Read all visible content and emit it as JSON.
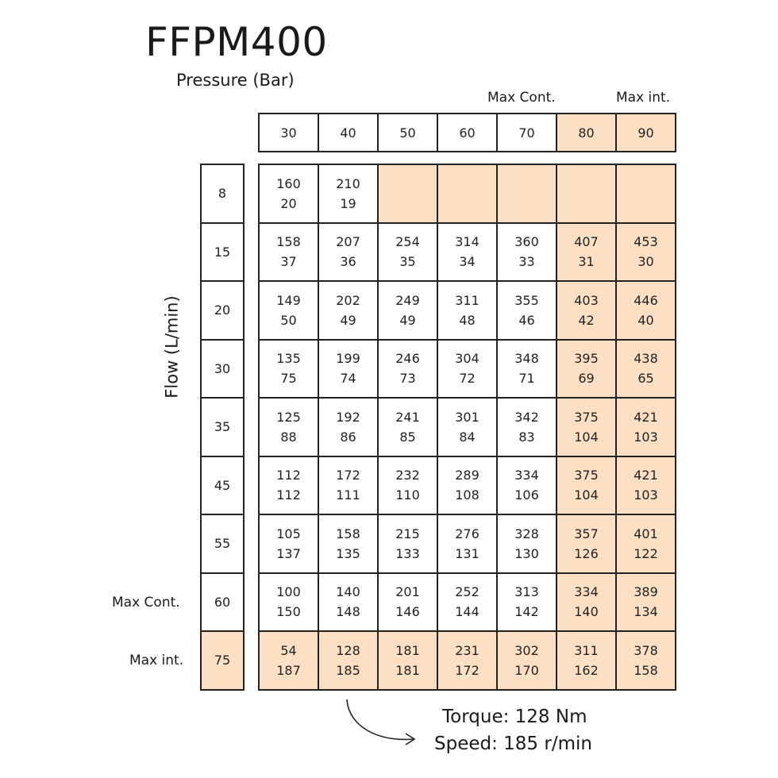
{
  "title": "FFPM400",
  "pressure_label": "Pressure (Bar)",
  "flow_label": "Flow (L/min)",
  "column_tags": {
    "max_cont": "Max Cont.",
    "max_int": "Max int."
  },
  "row_tags": {
    "max_cont": "Max Cont.",
    "max_int": "Max int."
  },
  "highlight_color": "#fde0c3",
  "pressures": [
    "30",
    "40",
    "50",
    "60",
    "70",
    "80",
    "90"
  ],
  "pressure_highlighted": [
    false,
    false,
    false,
    false,
    false,
    true,
    true
  ],
  "rows": [
    {
      "flow": "8",
      "highlighted": false,
      "cells": [
        {
          "torque": "160",
          "speed": "20",
          "hl": false
        },
        {
          "torque": "210",
          "speed": "19",
          "hl": false
        },
        {
          "torque": "",
          "speed": "",
          "hl": true
        },
        {
          "torque": "",
          "speed": "",
          "hl": true
        },
        {
          "torque": "",
          "speed": "",
          "hl": true
        },
        {
          "torque": "",
          "speed": "",
          "hl": true
        },
        {
          "torque": "",
          "speed": "",
          "hl": true
        }
      ]
    },
    {
      "flow": "15",
      "highlighted": false,
      "cells": [
        {
          "torque": "158",
          "speed": "37",
          "hl": false
        },
        {
          "torque": "207",
          "speed": "36",
          "hl": false
        },
        {
          "torque": "254",
          "speed": "35",
          "hl": false
        },
        {
          "torque": "314",
          "speed": "34",
          "hl": false
        },
        {
          "torque": "360",
          "speed": "33",
          "hl": false
        },
        {
          "torque": "407",
          "speed": "31",
          "hl": true
        },
        {
          "torque": "453",
          "speed": "30",
          "hl": true
        }
      ]
    },
    {
      "flow": "20",
      "highlighted": false,
      "cells": [
        {
          "torque": "149",
          "speed": "50",
          "hl": false
        },
        {
          "torque": "202",
          "speed": "49",
          "hl": false
        },
        {
          "torque": "249",
          "speed": "49",
          "hl": false
        },
        {
          "torque": "311",
          "speed": "48",
          "hl": false
        },
        {
          "torque": "355",
          "speed": "46",
          "hl": false
        },
        {
          "torque": "403",
          "speed": "42",
          "hl": true
        },
        {
          "torque": "446",
          "speed": "40",
          "hl": true
        }
      ]
    },
    {
      "flow": "30",
      "highlighted": false,
      "cells": [
        {
          "torque": "135",
          "speed": "75",
          "hl": false
        },
        {
          "torque": "199",
          "speed": "74",
          "hl": false
        },
        {
          "torque": "246",
          "speed": "73",
          "hl": false
        },
        {
          "torque": "304",
          "speed": "72",
          "hl": false
        },
        {
          "torque": "348",
          "speed": "71",
          "hl": false
        },
        {
          "torque": "395",
          "speed": "69",
          "hl": true
        },
        {
          "torque": "438",
          "speed": "65",
          "hl": true
        }
      ]
    },
    {
      "flow": "35",
      "highlighted": false,
      "cells": [
        {
          "torque": "125",
          "speed": "88",
          "hl": false
        },
        {
          "torque": "192",
          "speed": "86",
          "hl": false
        },
        {
          "torque": "241",
          "speed": "85",
          "hl": false
        },
        {
          "torque": "301",
          "speed": "84",
          "hl": false
        },
        {
          "torque": "342",
          "speed": "83",
          "hl": false
        },
        {
          "torque": "375",
          "speed": "104",
          "hl": true
        },
        {
          "torque": "421",
          "speed": "103",
          "hl": true
        }
      ]
    },
    {
      "flow": "45",
      "highlighted": false,
      "cells": [
        {
          "torque": "112",
          "speed": "112",
          "hl": false
        },
        {
          "torque": "172",
          "speed": "111",
          "hl": false
        },
        {
          "torque": "232",
          "speed": "110",
          "hl": false
        },
        {
          "torque": "289",
          "speed": "108",
          "hl": false
        },
        {
          "torque": "334",
          "speed": "106",
          "hl": false
        },
        {
          "torque": "375",
          "speed": "104",
          "hl": true
        },
        {
          "torque": "421",
          "speed": "103",
          "hl": true
        }
      ]
    },
    {
      "flow": "55",
      "highlighted": false,
      "cells": [
        {
          "torque": "105",
          "speed": "137",
          "hl": false
        },
        {
          "torque": "158",
          "speed": "135",
          "hl": false
        },
        {
          "torque": "215",
          "speed": "133",
          "hl": false
        },
        {
          "torque": "276",
          "speed": "131",
          "hl": false
        },
        {
          "torque": "328",
          "speed": "130",
          "hl": false
        },
        {
          "torque": "357",
          "speed": "126",
          "hl": true
        },
        {
          "torque": "401",
          "speed": "122",
          "hl": true
        }
      ]
    },
    {
      "flow": "60",
      "highlighted": false,
      "cells": [
        {
          "torque": "100",
          "speed": "150",
          "hl": false
        },
        {
          "torque": "140",
          "speed": "148",
          "hl": false
        },
        {
          "torque": "201",
          "speed": "146",
          "hl": false
        },
        {
          "torque": "252",
          "speed": "144",
          "hl": false
        },
        {
          "torque": "313",
          "speed": "142",
          "hl": false
        },
        {
          "torque": "334",
          "speed": "140",
          "hl": true
        },
        {
          "torque": "389",
          "speed": "134",
          "hl": true
        }
      ]
    },
    {
      "flow": "75",
      "highlighted": true,
      "cells": [
        {
          "torque": "54",
          "speed": "187",
          "hl": true
        },
        {
          "torque": "128",
          "speed": "185",
          "hl": true
        },
        {
          "torque": "181",
          "speed": "181",
          "hl": true
        },
        {
          "torque": "231",
          "speed": "172",
          "hl": true
        },
        {
          "torque": "302",
          "speed": "170",
          "hl": true
        },
        {
          "torque": "311",
          "speed": "162",
          "hl": true
        },
        {
          "torque": "378",
          "speed": "158",
          "hl": true
        }
      ]
    }
  ],
  "note": {
    "torque": "Torque: 128 Nm",
    "speed": "Speed: 185 r/min"
  }
}
